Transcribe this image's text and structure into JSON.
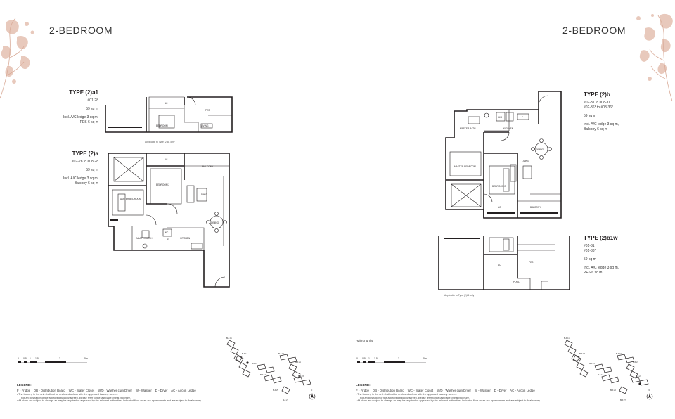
{
  "left_page": {
    "heading": "2-BEDROOM",
    "type_a1": {
      "name": "TYPE (2)a1",
      "units": "#01-28",
      "area": "59 sq m",
      "details_line1": "Incl. A/C ledge 3 sq m,",
      "details_line2": "PES 6 sq m"
    },
    "type_a": {
      "name": "TYPE (2)a",
      "units": "#02-28 to #08-28",
      "area": "59 sq m",
      "details_line1": "Incl. A/C ledge 3 sq m,",
      "details_line2": "Balcony 6 sq m"
    },
    "applicable_note": "Applicable to Type (2)a1 only",
    "rooms": {
      "ac": "AC",
      "pes": "PES",
      "bedroom": "BEDROOM",
      "living": "LIVING",
      "balcony": "BALCONY",
      "bedroom2": "BEDROOM 2",
      "master_bedroom": "MASTER BEDROOM",
      "master_bath": "MASTER BATH",
      "dining": "DINING",
      "kitchen": "KITCHEN",
      "wc": "WC",
      "f": "F"
    },
    "scale_labels": [
      "0",
      "0.5",
      "1",
      "1.5",
      "3",
      "5m"
    ],
    "legend": {
      "title": "LEGEND:",
      "items": [
        "F - Fridge",
        "DB - Distribution Board",
        "WC - Water Closet",
        "W/D - Washer cum Dryer",
        "W - Washer",
        "D - Dryer",
        "AC - Aircon Ledge"
      ],
      "note1": "•  The balcony in the unit shall not be enclosed unless with the approved balcony screen.",
      "note2": "For an illustration of the approved balcony screen, please refer to the last page of this brochure.",
      "note3": "•  All plans are subject to change as may be required or approved by the relevant authorities. Indicated floor areas are approximate and are subject to final survey."
    }
  },
  "right_page": {
    "heading": "2-BEDROOM",
    "type_b": {
      "name": "TYPE (2)b",
      "units_line1": "#02-31 to #08-31",
      "units_line2": "#02-36* to #08-36*",
      "area": "59 sq m",
      "details_line1": "Incl. A/C ledge 3 sq m,",
      "details_line2": "Balcony 6 sq m"
    },
    "type_b1w": {
      "name": "TYPE (2)b1w",
      "units_line1": "#01-31",
      "units_line2": "#01-36*",
      "area": "59 sq m",
      "details_line1": "Incl. A/C ledge 3 sq m,",
      "details_line2": "PES 6 sq m"
    },
    "applicable_note": "Applicable to Type (2)b1 only",
    "mirror_note": "*Mirror units",
    "rooms": {
      "ac": "AC",
      "pes": "PES",
      "pool": "POOL",
      "kitchen": "KITCHEN",
      "dining": "DINING",
      "living": "LIVING",
      "balcony": "BALCONY",
      "bedroom2": "BEDROOM 2",
      "master_bedroom": "MASTER BEDROOM",
      "master_bath": "MASTER BATH",
      "wd": "W/D",
      "f": "F"
    },
    "scale_labels": [
      "0",
      "0.5",
      "1",
      "1.5",
      "3",
      "5m"
    ],
    "legend": {
      "title": "LEGEND:",
      "items": [
        "F - Fridge",
        "DB - Distribution Board",
        "WC - Water Closet",
        "W/D - Washer cum Dryer",
        "W - Washer",
        "D - Dryer",
        "AC - Aircon Ledge"
      ],
      "note1": "•  The balcony in the unit shall not be enclosed unless with the approved balcony screen.",
      "note2": "For an illustration of the approved balcony screen, please refer to the last page of this brochure.",
      "note3": "•  All plans are subject to change as may be required or approved by the relevant authorities. Indicated floor areas are approximate and are subject to final survey."
    }
  },
  "site_plan": {
    "block_labels": [
      "BLK 11",
      "BLK 13",
      "BLK 15",
      "BLK 17",
      "BLK 19",
      "BLK 21",
      "BLK 23",
      "BLK 25",
      "BLK 27"
    ],
    "north": "N"
  },
  "colors": {
    "floral": "#e8c9bc",
    "floral_dark": "#d9ab98",
    "ink": "#231f20"
  }
}
